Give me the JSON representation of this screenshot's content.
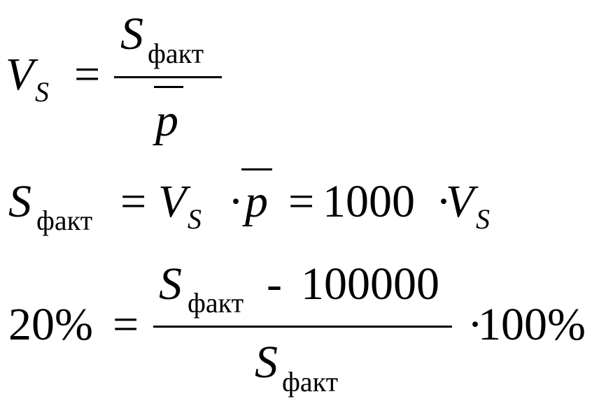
{
  "formula_1": {
    "lhs_var": "V",
    "lhs_sub": "S",
    "eq": "=",
    "num_var": "S",
    "num_sub": "факт",
    "den_var": "p"
  },
  "formula_2": {
    "lhs_var": "S",
    "lhs_sub": "факт",
    "eq1": "=",
    "v1_var": "V",
    "v1_sub": "S",
    "dot1": "·",
    "p_var": "p",
    "eq2": "=",
    "const": "1000",
    "dot2": "·",
    "v2_var": "V",
    "v2_sub": "S"
  },
  "formula_3": {
    "lhs": "20%",
    "eq": "=",
    "num_var": "S",
    "num_sub": "факт",
    "minus": "-",
    "num_const": "100000",
    "den_var": "S",
    "den_sub": "факт",
    "dot": "·",
    "rhs": "100%"
  }
}
